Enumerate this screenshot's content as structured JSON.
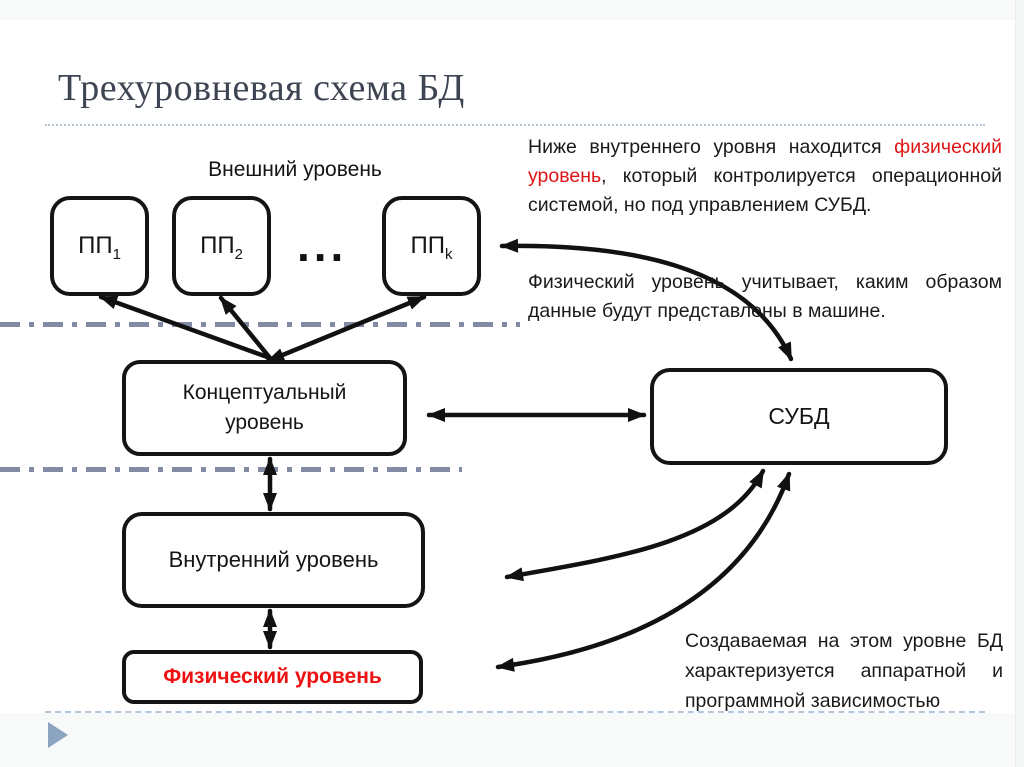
{
  "slide": {
    "title": "Трехуровневая схема БД"
  },
  "diagram": {
    "external_level_label": "Внешний уровень",
    "pp1": {
      "base": "ПП",
      "sub": "1"
    },
    "pp2": {
      "base": "ПП",
      "sub": "2"
    },
    "ppk": {
      "base": "ПП",
      "sub": "k"
    },
    "ellipsis": "...",
    "conceptual_line1": "Концептуальный",
    "conceptual_line2": "уровень",
    "dbms_label": "СУБД",
    "internal_label": "Внутренний уровень",
    "physical_label": "Физический уровень"
  },
  "annotations": {
    "para1_before": "Ниже внутреннего уровня находится ",
    "para1_highlight": "физический уровень",
    "para1_after": ", который контролируется операционной системой, но под управлением СУБД.",
    "para2": "Физический уровень учитывает, каким образом данные будут представлены в машине.",
    "para3": "Создаваемая на этом уровне  БД характеризуется аппаратной  и программной зависимостью"
  },
  "colors": {
    "title_text": "#3D4452",
    "highlight_red": "#E01414",
    "physical_box_red": "#ED1111",
    "divider_dashdot": "#828AA4",
    "title_dotted_rule": "#B6C3D6",
    "bottom_dashed_rule": "#B3C7DA",
    "corner_triangle": "#8BA4BF",
    "diagram_stroke": "#111111"
  }
}
